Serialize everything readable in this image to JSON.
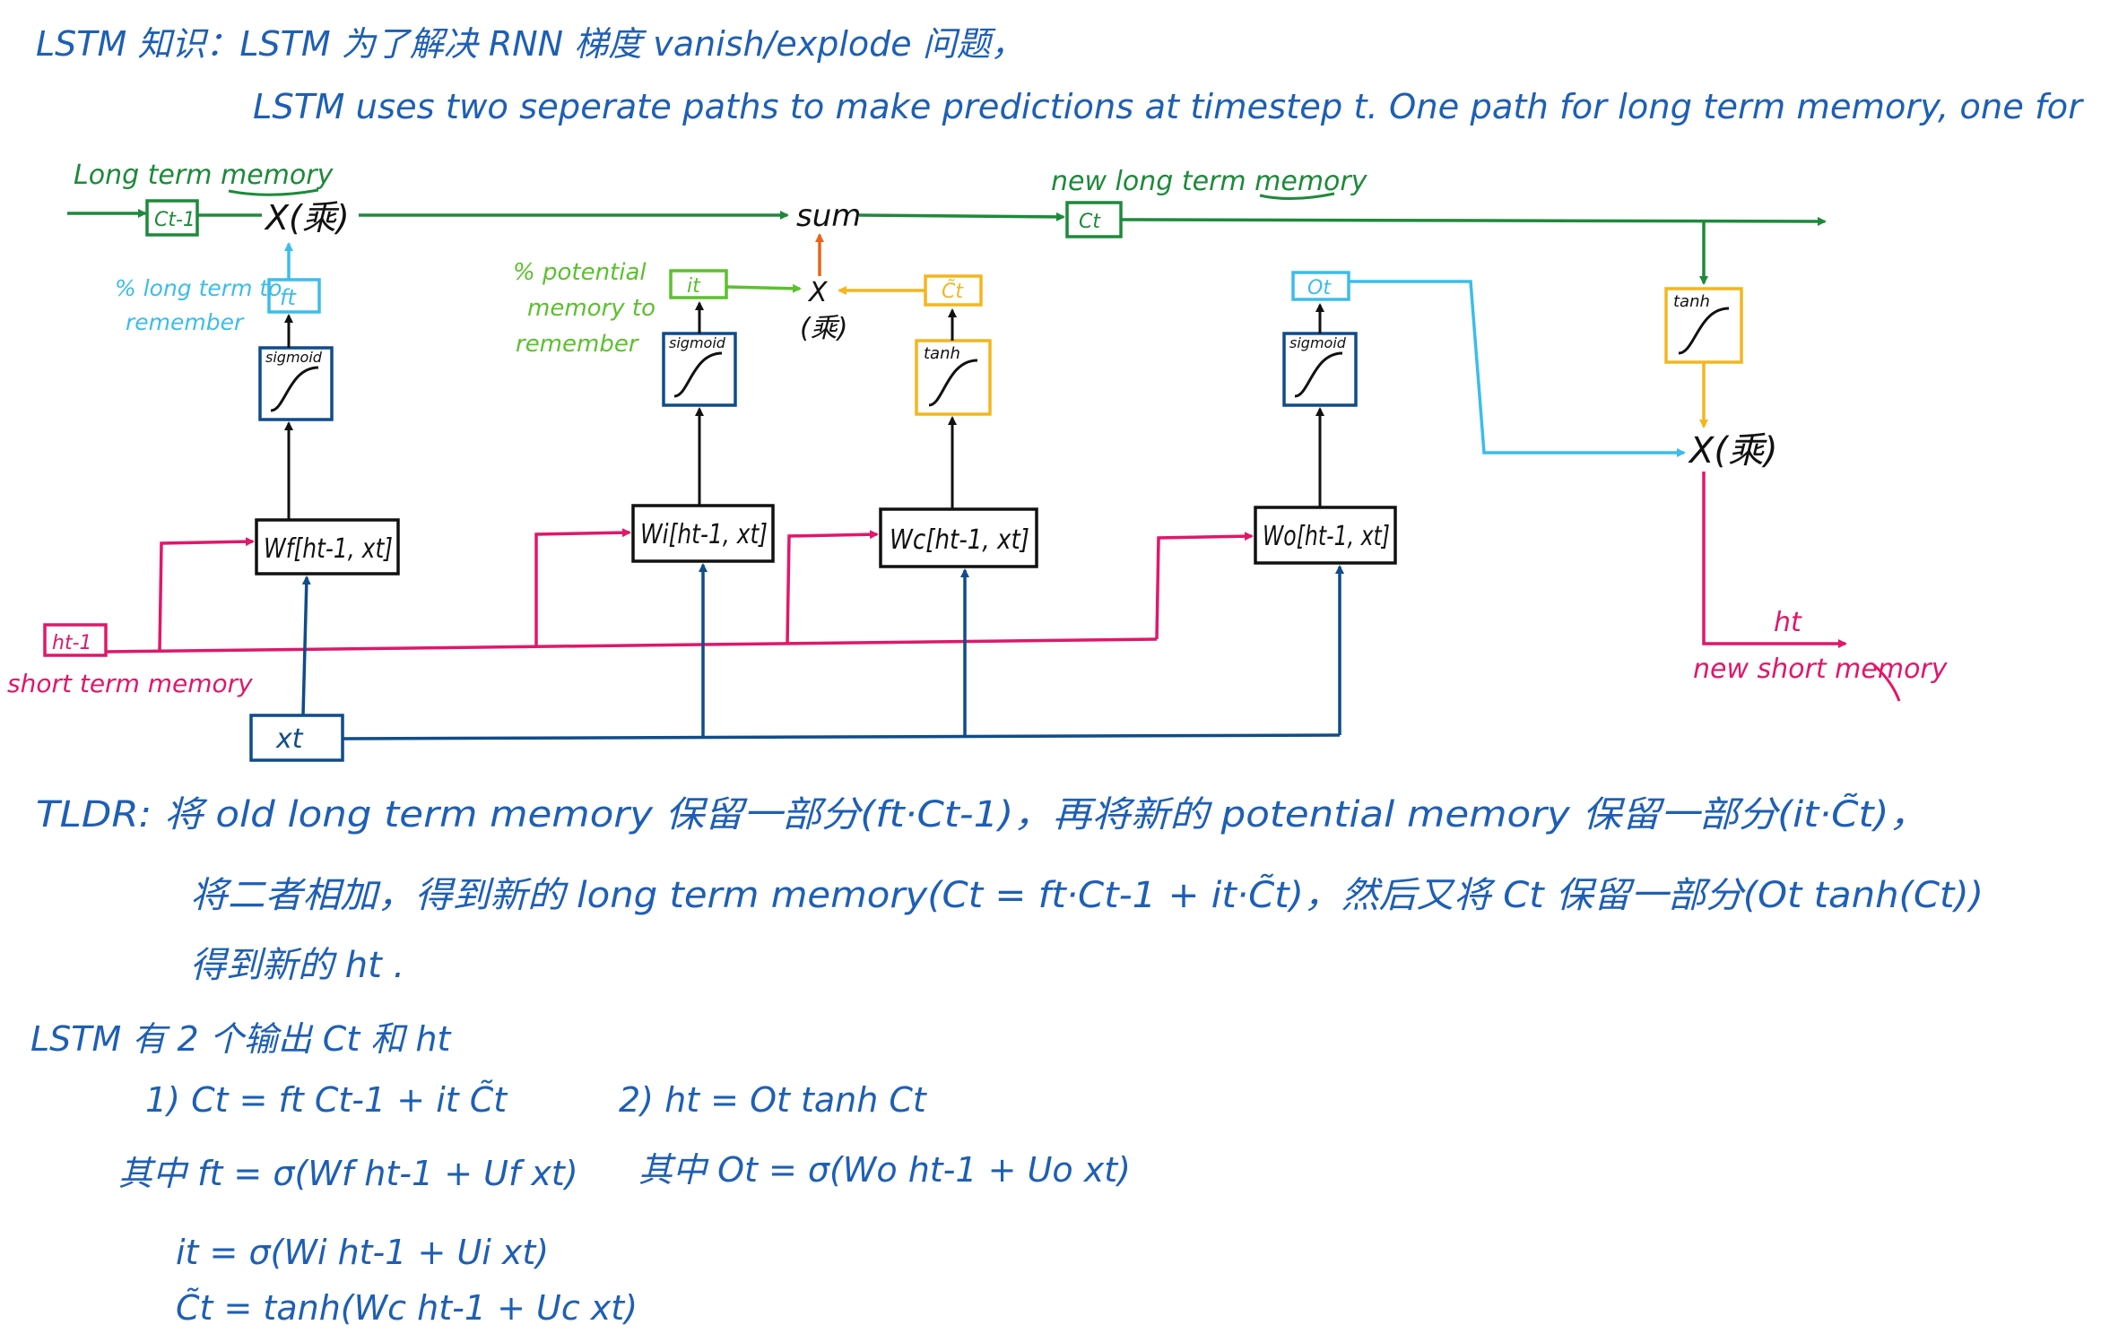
{
  "header": {
    "line1": "LSTM 知识：LSTM 为了解决 RNN 梯度 vanish/explode 问题，",
    "line2": "LSTM uses two seperate paths to make predictions at timestep t. One path for long term memory, one for"
  },
  "diagram": {
    "long_term_memory_label": "Long term memory",
    "c_prev": "Ct-1",
    "forget_mult": "X(乘)",
    "ft": "ft",
    "pct_long_term_line1": "% long term to",
    "pct_long_term_line2": "remember",
    "sigmoid": "sigmoid",
    "tanh": "tanh",
    "sum": "sum",
    "new_long_term_memory_label": "new long term memory",
    "c_t": "Ct",
    "pct_potential_line1": "% potential",
    "pct_potential_line2": "memory to",
    "pct_potential_line3": "remember",
    "it": "it",
    "c_tilde": "C̃t",
    "input_mult_x": "X",
    "input_mult_char": "(乘)",
    "ot": "Ot",
    "output_mult": "X(乘)",
    "wf_box": "Wf[ht-1, xt]",
    "wi_box": "Wi[ht-1, xt]",
    "wc_box": "Wc[ht-1, xt]",
    "wo_box": "Wo[ht-1, xt]",
    "h_prev": "ht-1",
    "short_term_memory_label": "short term memory",
    "x_t": "xt",
    "h_t": "ht",
    "new_short_term_memory_label": "new short memory"
  },
  "notes": {
    "tldr_line1": "TLDR: 将 old long term memory 保留一部分(ft·Ct-1)，再将新的 potential memory 保留一部分(it·C̃t)，",
    "tldr_line2": "将二者相加，得到新的 long term memory(Ct = ft·Ct-1 + it·C̃t)，然后又将 Ct 保留一部分(Ot tanh(Ct))",
    "tldr_line3": "得到新的 ht .",
    "outputs_title": "LSTM 有 2 个输出 Ct 和 ht",
    "eq1": "1) Ct = ft Ct-1 + it C̃t",
    "eq1_where": "其中 ft = σ(Wf ht-1 + Uf xt)",
    "eq1_it": "it = σ(Wi ht-1 + Ui xt)",
    "eq1_ct": "C̃t = tanh(Wc ht-1 + Uc xt)",
    "eq2": "2) ht = Ot tanh Ct",
    "eq2_where": "其中 Ot = σ(Wo ht-1 + Uo xt)"
  },
  "colors": {
    "blue_text": "#1e5fb4",
    "green": "#1d8a3a",
    "light_green": "#5cc02e",
    "cyan": "#3bbdea",
    "navy": "#0f4c8a",
    "orange": "#f3b61f",
    "red_orange": "#e8641c",
    "magenta": "#e0176a",
    "black": "#111111"
  }
}
